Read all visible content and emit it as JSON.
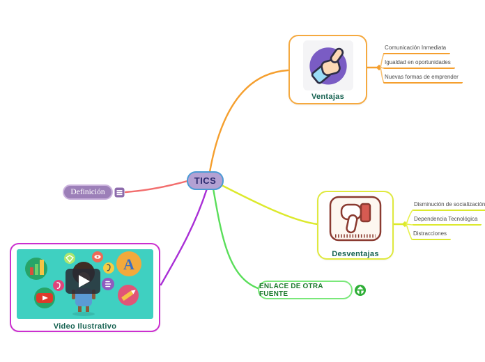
{
  "root": {
    "label": "TICS"
  },
  "definicion": {
    "label": "Definición"
  },
  "ventajas": {
    "label": "Ventajas",
    "items": [
      "Comunicación Inmediata",
      "Igualdad en oportunidades",
      "Nuevas formas de emprender"
    ]
  },
  "desventajas": {
    "label": "Desventajas",
    "items": [
      "Disminución de socialización",
      "Dependencia Tecnológica",
      "Distracciones"
    ]
  },
  "video": {
    "label": "Video Ilustrativo",
    "letter_badge": "A"
  },
  "enlace": {
    "label": "ENLACE DE OTRA FUENTE"
  },
  "icons": {
    "definicion_note": "note-lines-icon",
    "enlace_link": "globe-icon",
    "video_play": "play-icon",
    "ventajas_image": "thumbs-up-illustration",
    "desventajas_image": "thumbs-down-illustration"
  },
  "colors": {
    "branch-orange": "#f59f2e",
    "branch-orange-light": "#f8c173",
    "branch-red": "#f26d6d",
    "branch-yellow": "#dce92c",
    "branch-yellow-light": "#e8f14d",
    "branch-green": "#5ade5a",
    "branch-purple": "#a92fd6",
    "node-border-orange": "#f5a93f",
    "node-border-yellow": "#dfe93e",
    "node-border-green": "#7ae87a",
    "node-border-magenta": "#cb2fcf",
    "tics-fill": "#b3a1d3",
    "tics-border": "#4b9bd5",
    "tics-text": "#2b2a6e",
    "def-fill": "#9c7fb8",
    "def-border": "#cbb3dd",
    "label-teal": "#156150",
    "enlace-text": "#1e7a2e",
    "sub-text": "#4a4a4a",
    "note-icon-bg": "#8d6bac",
    "globe-green": "#2fae37",
    "img-box-bg": "#f4f4f6",
    "video-bg": "#3fd0c1"
  }
}
